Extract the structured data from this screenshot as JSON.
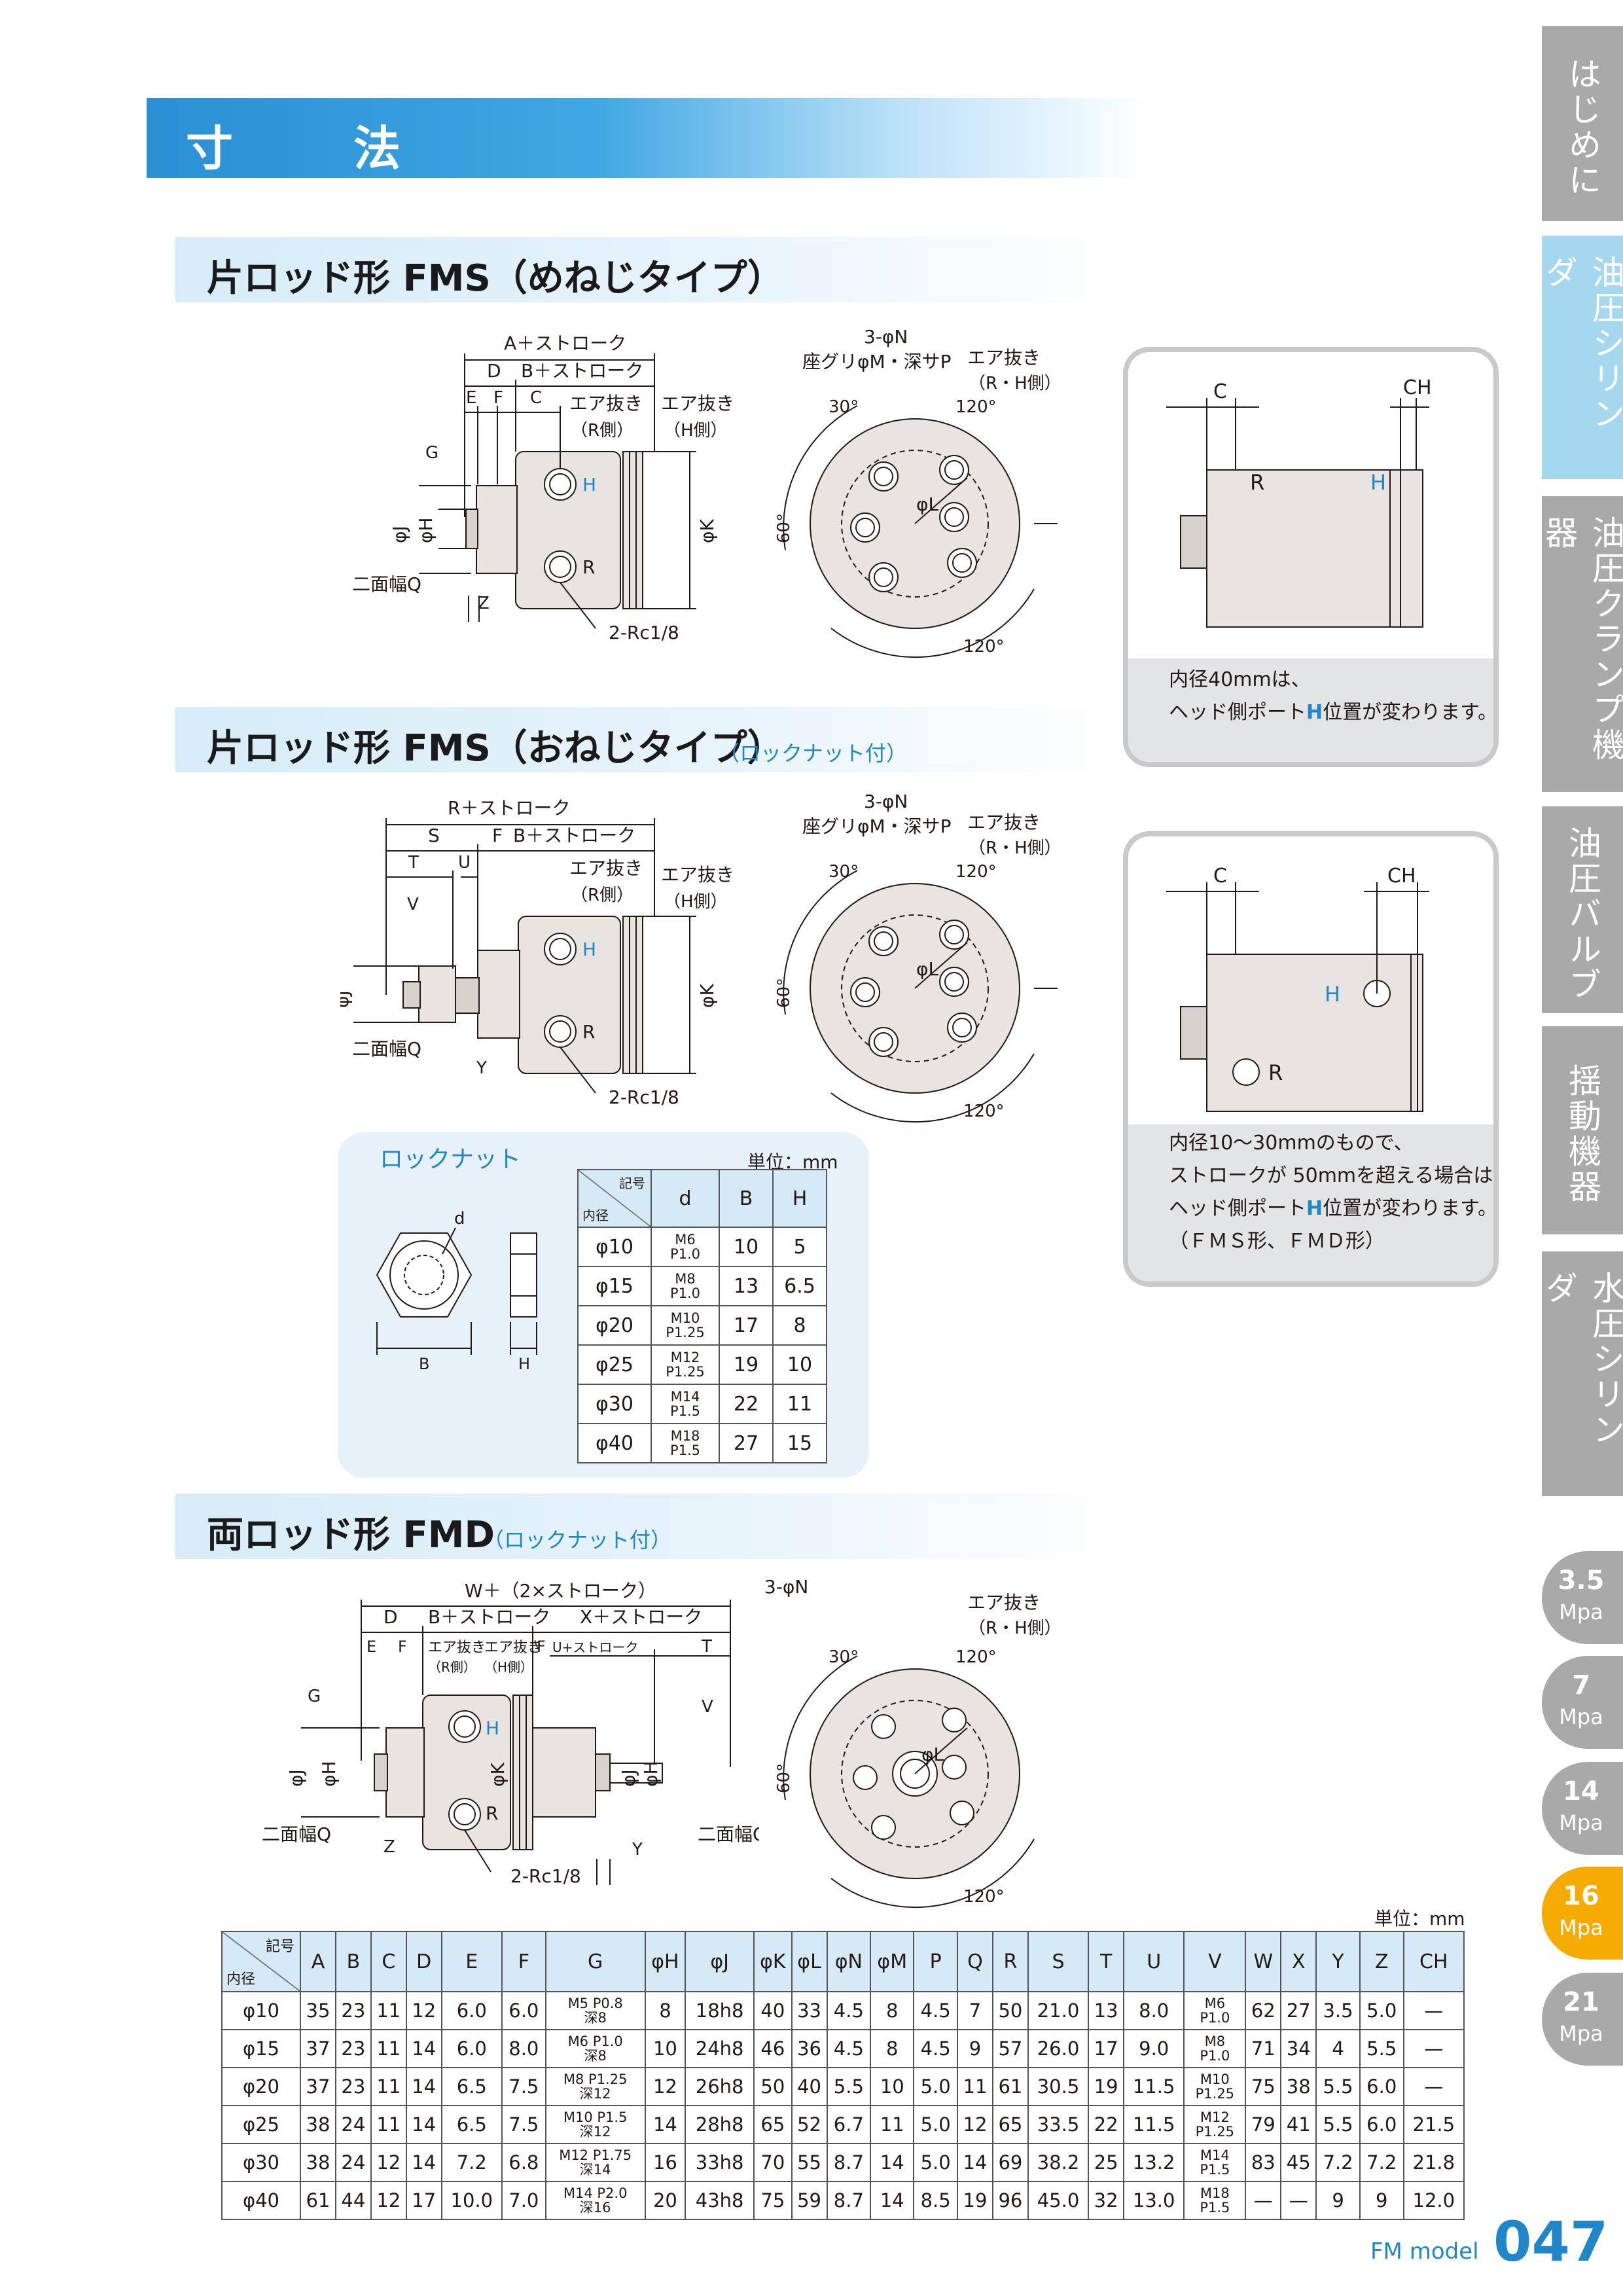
{
  "header": {
    "title": "寸　法"
  },
  "tabs": [
    {
      "label": "はじめに",
      "active": false
    },
    {
      "label": "油圧シリンダ",
      "active": true
    },
    {
      "label": "油圧クランプ機器",
      "active": false
    },
    {
      "label": "油圧バルブ",
      "active": false
    },
    {
      "label": "揺動機器",
      "active": false
    },
    {
      "label": "水圧シリンダ",
      "active": false
    }
  ],
  "pressure_tabs": [
    {
      "value": "3.5",
      "unit": "Mpa",
      "active": false
    },
    {
      "value": "7",
      "unit": "Mpa",
      "active": false
    },
    {
      "value": "14",
      "unit": "Mpa",
      "active": false
    },
    {
      "value": "16",
      "unit": "Mpa",
      "active": true
    },
    {
      "value": "21",
      "unit": "Mpa",
      "active": false
    }
  ],
  "sections": {
    "fms_female": {
      "title": "片ロッド形 FMS（めねじタイプ）"
    },
    "fms_male": {
      "title": "片ロッド形 FMS（おねじタイプ）",
      "sub": "（ロックナット付）"
    },
    "fmd": {
      "title": "両ロッド形 FMD",
      "sub": "（ロックナット付）"
    }
  },
  "diagram_labels": {
    "a_stroke": "A＋ストローク",
    "b_stroke": "B＋ストローク",
    "r_stroke": "R＋ストローク",
    "w_stroke": "W＋（2×ストローク）",
    "x_stroke": "X＋ストローク",
    "u_stroke": "U+ストローク",
    "air_r": "エア抜き",
    "air_r_side": "（R側）",
    "air_h_side": "（H側）",
    "air_rh_side": "（R・H側）",
    "n_holes": "3-φN",
    "counterbore": "座グリφM・深サP",
    "port": "2-Rc1/8",
    "width_across": "二面幅Q",
    "phi_j": "φJ",
    "phi_h": "φH",
    "phi_k": "φK",
    "phi_l": "φL",
    "d": "D",
    "e": "E",
    "f": "F",
    "c": "C",
    "g": "G",
    "z": "Z",
    "s": "S",
    "t": "T",
    "u": "U",
    "v": "V",
    "y": "Y",
    "h": "H",
    "r": "R",
    "ch": "CH",
    "a30": "30°",
    "a60": "60°",
    "a120": "120°"
  },
  "notes": {
    "note1": {
      "line1": "内径40mmは、",
      "line2a": "ヘッド側ポート",
      "line2b": "H",
      "line2c": "位置が変わります。"
    },
    "note2": {
      "line1": "内径10～30mmのもので、",
      "line2": "ストロークが 50mmを超える場合は、",
      "line3a": "ヘッド側ポート",
      "line3b": "H",
      "line3c": "位置が変わります。",
      "line4": "（ＦＭＳ形、ＦＭＤ形）"
    }
  },
  "locknut": {
    "title": "ロックナット",
    "unit": "単位：mm",
    "fig_d": "d",
    "fig_b": "B",
    "fig_h": "H",
    "corner_top": "記号",
    "corner_bottom": "内径",
    "headers": [
      "d",
      "B",
      "H"
    ],
    "rows": [
      {
        "bore": "φ10",
        "d1": "M6",
        "d2": "P1.0",
        "b": "10",
        "h": "5"
      },
      {
        "bore": "φ15",
        "d1": "M8",
        "d2": "P1.0",
        "b": "13",
        "h": "6.5"
      },
      {
        "bore": "φ20",
        "d1": "M10",
        "d2": "P1.25",
        "b": "17",
        "h": "8"
      },
      {
        "bore": "φ25",
        "d1": "M12",
        "d2": "P1.25",
        "b": "19",
        "h": "10"
      },
      {
        "bore": "φ30",
        "d1": "M14",
        "d2": "P1.5",
        "b": "22",
        "h": "11"
      },
      {
        "bore": "φ40",
        "d1": "M18",
        "d2": "P1.5",
        "b": "27",
        "h": "15"
      }
    ]
  },
  "main_table": {
    "unit": "単位：mm",
    "corner_top": "記号",
    "corner_bottom": "内径",
    "headers": [
      "A",
      "B",
      "C",
      "D",
      "E",
      "F",
      "G",
      "φH",
      "φJ",
      "φK",
      "φL",
      "φN",
      "φM",
      "P",
      "Q",
      "R",
      "S",
      "T",
      "U",
      "V",
      "W",
      "X",
      "Y",
      "Z",
      "CH"
    ],
    "rows": [
      {
        "bore": "φ10",
        "A": "35",
        "B": "23",
        "C": "11",
        "D": "12",
        "E": "6.0",
        "F": "6.0",
        "G1": "M5 P0.8",
        "G2": "深8",
        "H": "8",
        "J": "18h8",
        "K": "40",
        "L": "33",
        "N": "4.5",
        "M": "8",
        "P": "4.5",
        "Q": "7",
        "R": "50",
        "S": "21.0",
        "T": "13",
        "U": "8.0",
        "V1": "M6",
        "V2": "P1.0",
        "W": "62",
        "X": "27",
        "Y": "3.5",
        "Z": "5.0",
        "CH": "—"
      },
      {
        "bore": "φ15",
        "A": "37",
        "B": "23",
        "C": "11",
        "D": "14",
        "E": "6.0",
        "F": "8.0",
        "G1": "M6 P1.0",
        "G2": "深8",
        "H": "10",
        "J": "24h8",
        "K": "46",
        "L": "36",
        "N": "4.5",
        "M": "8",
        "P": "4.5",
        "Q": "9",
        "R": "57",
        "S": "26.0",
        "T": "17",
        "U": "9.0",
        "V1": "M8",
        "V2": "P1.0",
        "W": "71",
        "X": "34",
        "Y": "4",
        "Z": "5.5",
        "CH": "—"
      },
      {
        "bore": "φ20",
        "A": "37",
        "B": "23",
        "C": "11",
        "D": "14",
        "E": "6.5",
        "F": "7.5",
        "G1": "M8 P1.25",
        "G2": "深12",
        "H": "12",
        "J": "26h8",
        "K": "50",
        "L": "40",
        "N": "5.5",
        "M": "10",
        "P": "5.0",
        "Q": "11",
        "R": "61",
        "S": "30.5",
        "T": "19",
        "U": "11.5",
        "V1": "M10",
        "V2": "P1.25",
        "W": "75",
        "X": "38",
        "Y": "5.5",
        "Z": "6.0",
        "CH": "—"
      },
      {
        "bore": "φ25",
        "A": "38",
        "B": "24",
        "C": "11",
        "D": "14",
        "E": "6.5",
        "F": "7.5",
        "G1": "M10 P1.5",
        "G2": "深12",
        "H": "14",
        "J": "28h8",
        "K": "65",
        "L": "52",
        "N": "6.7",
        "M": "11",
        "P": "5.0",
        "Q": "12",
        "R": "65",
        "S": "33.5",
        "T": "22",
        "U": "11.5",
        "V1": "M12",
        "V2": "P1.25",
        "W": "79",
        "X": "41",
        "Y": "5.5",
        "Z": "6.0",
        "CH": "21.5"
      },
      {
        "bore": "φ30",
        "A": "38",
        "B": "24",
        "C": "12",
        "D": "14",
        "E": "7.2",
        "F": "6.8",
        "G1": "M12 P1.75",
        "G2": "深14",
        "H": "16",
        "J": "33h8",
        "K": "70",
        "L": "55",
        "N": "8.7",
        "M": "14",
        "P": "5.0",
        "Q": "14",
        "R": "69",
        "S": "38.2",
        "T": "25",
        "U": "13.2",
        "V1": "M14",
        "V2": "P1.5",
        "W": "83",
        "X": "45",
        "Y": "7.2",
        "Z": "7.2",
        "CH": "21.8"
      },
      {
        "bore": "φ40",
        "A": "61",
        "B": "44",
        "C": "12",
        "D": "17",
        "E": "10.0",
        "F": "7.0",
        "G1": "M14 P2.0",
        "G2": "深16",
        "H": "20",
        "J": "43h8",
        "K": "75",
        "L": "59",
        "N": "8.7",
        "M": "14",
        "P": "8.5",
        "Q": "19",
        "R": "96",
        "S": "45.0",
        "T": "32",
        "U": "13.0",
        "V1": "M18",
        "V2": "P1.5",
        "W": "—",
        "X": "—",
        "Y": "9",
        "Z": "9",
        "CH": "12.0"
      }
    ]
  },
  "footer": {
    "model": "FM model",
    "page": "047"
  }
}
